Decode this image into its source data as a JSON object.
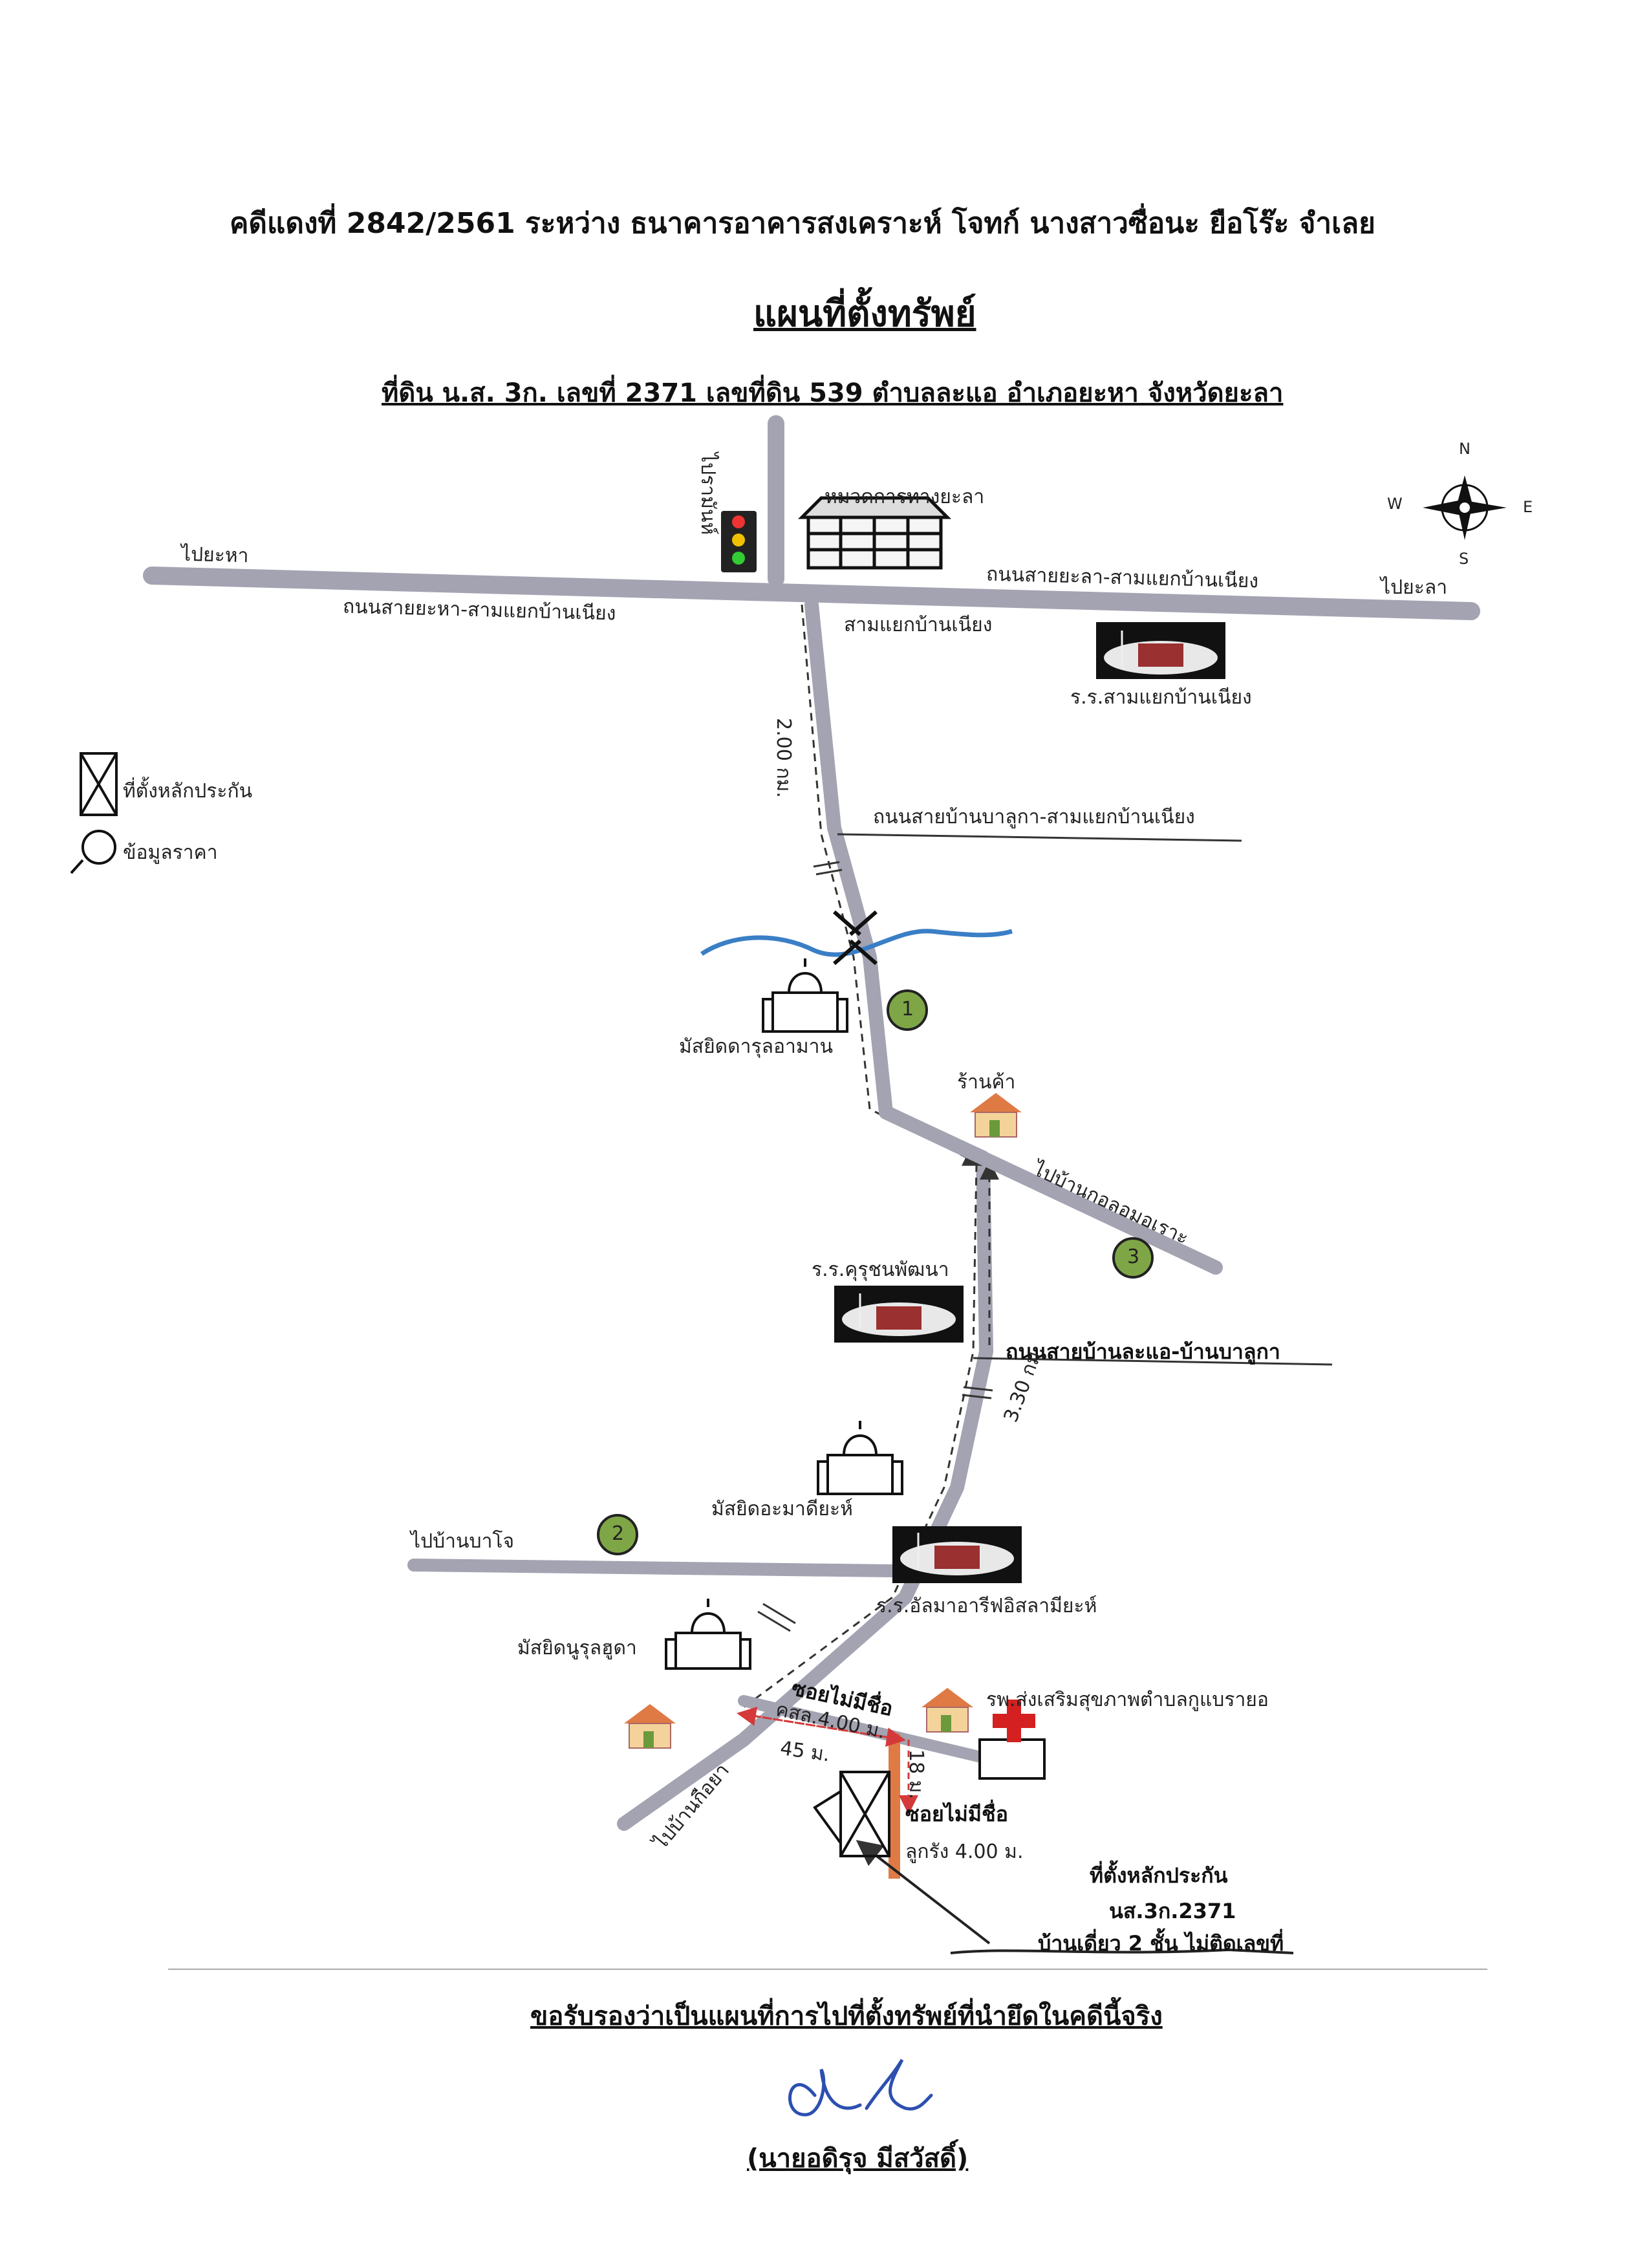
{
  "header": {
    "case_line": "คดีแดงที่ 2842/2561  ระหว่าง ธนาคารอาคารสงเคราะห์  โจทก์  นางสาวซื่อนะ  ยือโร๊ะ  จำเลย",
    "title": "แผนที่ตั้งทรัพย์",
    "subtitle": "ที่ดิน น.ส. 3ก. เลขที่ 2371 เลขที่ดิน 539  ตำบลละแอ   อำเภอยะหา   จังหวัดยะลา"
  },
  "compass": {
    "n": "N",
    "s": "S",
    "e": "E",
    "w": "W"
  },
  "legend": {
    "collateral": "ที่ตั้งหลักประกัน",
    "price_info": "ข้อมูลราคา"
  },
  "labels": {
    "to_raman": "ไปรามันห์",
    "district_office": "หมวดการทางยะลา",
    "to_yaha": "ไปยะหา",
    "to_yala": "ไปยะลา",
    "road_yala_samyaek": "ถนนสายยะลา-สามแยกบ้านเนียง",
    "road_yaha_samyaek": "ถนนสายยะหา-สามแยกบ้านเนียง",
    "samyaek": "สามแยกบ้านเนียง",
    "school_samyaek": "ร.ร.สามแยกบ้านเนียง",
    "dist_200": "2.00 กม.",
    "road_balukha_samyaek": "ถนนสายบ้านบาลูกา-สามแยกบ้านเนียง",
    "mosque_darul": "มัสยิดดารุลอามาน",
    "shop": "ร้านค้า",
    "to_kolo": "ไปบ้านกอลอมอเราะ",
    "school_kuru": "ร.ร.คุรุชนพัฒนา",
    "road_laae_balukha": "ถนนสายบ้านละแอ-บ้านบาลูกา",
    "dist_330": "3.30 กม.",
    "mosque_ahmadi": "มัสยิดอะมาดียะห์",
    "to_bajo": "ไปบ้านบาโจ",
    "school_almaari": "ร.ร.อัลมาอารีฟอิสลามียะห์",
    "mosque_nurul": "มัสยิดนูรุลฮูดา",
    "soi_noname_1": "ซอยไม่มีชื่อ",
    "soi_1_surface": "คสล.4.00 ม.",
    "hospital": "รพ.ส่งเสริมสุขภาพตำบลกูแบรายอ",
    "dist_45": "45 ม.",
    "dist_18": "18 ม.",
    "soi_noname_2": "ซอยไม่มีชื่อ",
    "soi_2_surface": "ลูกรัง 4.00 ม.",
    "to_kalupa": "ไปบ้านกือยา",
    "collateral_title": "ที่ตั้งหลักประกัน",
    "collateral_deed": "นส.3ก.2371",
    "collateral_house": "บ้านเดี่ยว 2 ชั้น ไม่ติดเลขที่"
  },
  "markers": {
    "m1": "1",
    "m2": "2",
    "m3": "3"
  },
  "footer": {
    "certify": "ขอรับรองว่าเป็นแผนที่การไปที่ตั้งทรัพย์ที่นำยึดในคดีนี้จริง",
    "signer": "(นายอดิรุจ  มีสวัสดิ์)"
  },
  "colors": {
    "road": "#a3a3b2",
    "road_dark": "#8d8d9c",
    "river": "#3a7fc6",
    "marker": "#7fa646",
    "soi2": "#e07a45",
    "dash": "#333333",
    "hospital_cross": "#d42020"
  }
}
